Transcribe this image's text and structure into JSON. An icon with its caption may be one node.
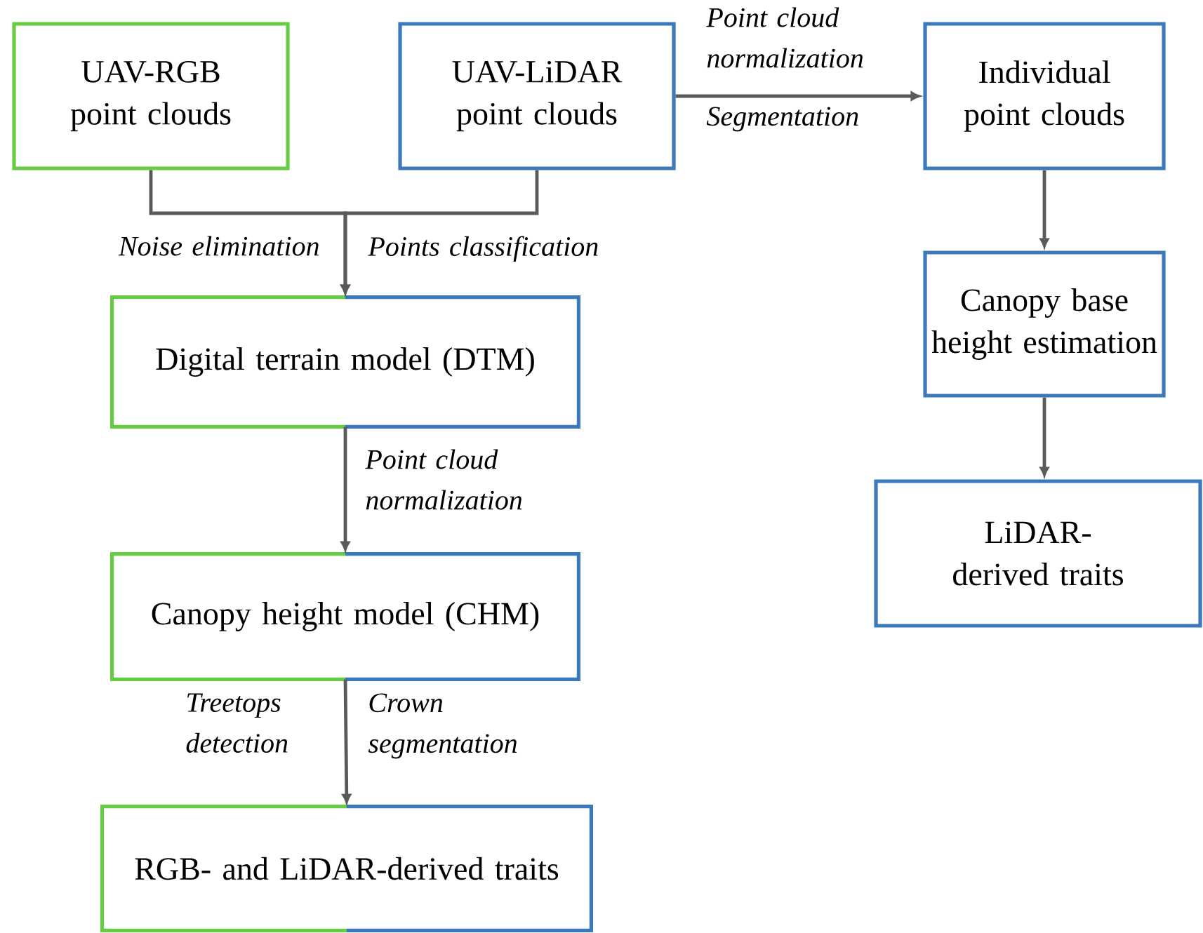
{
  "diagram": {
    "nodes": [
      {
        "text": [
          "UAV-RGB point clouds"
        ]
      },
      {
        "text": [
          "UAV-LiDAR point clouds"
        ]
      },
      {
        "text": [
          "Individual point clouds"
        ]
      },
      {
        "text": [
          "Digital terrain model (DTM)"
        ]
      },
      {
        "text": [
          "Canopy base height estimation"
        ]
      },
      {
        "text": [
          "Canopy height model (CHM)"
        ]
      },
      {
        "text": [
          "LiDAR-derived traits"
        ]
      },
      {
        "text": [
          "RGB- and LiDAR-derived traits"
        ]
      }
    ],
    "edges": [
      {
        "from": 0,
        "to": 3,
        "label": "Noise elimination",
        "arrow": "to"
      },
      {
        "from": 1,
        "to": 3,
        "label": "Points classification",
        "arrow": "to"
      },
      {
        "from": 1,
        "to": 2,
        "label": "Point cloud normalization",
        "arrow": "to"
      },
      {
        "from": 2,
        "to": 4,
        "arrow": "to"
      },
      {
        "from": 3,
        "to": 5,
        "label": "Point cloud normalization",
        "arrow": "to"
      },
      {
        "from": 4,
        "to": 6,
        "arrow": "to"
      },
      {
        "from": 5,
        "to": 7,
        "label": "Treetops detection",
        "arrow": "to"
      }
    ],
    "labels": [
      "Segmentation",
      "Crown segmentation"
    ]
  }
}
